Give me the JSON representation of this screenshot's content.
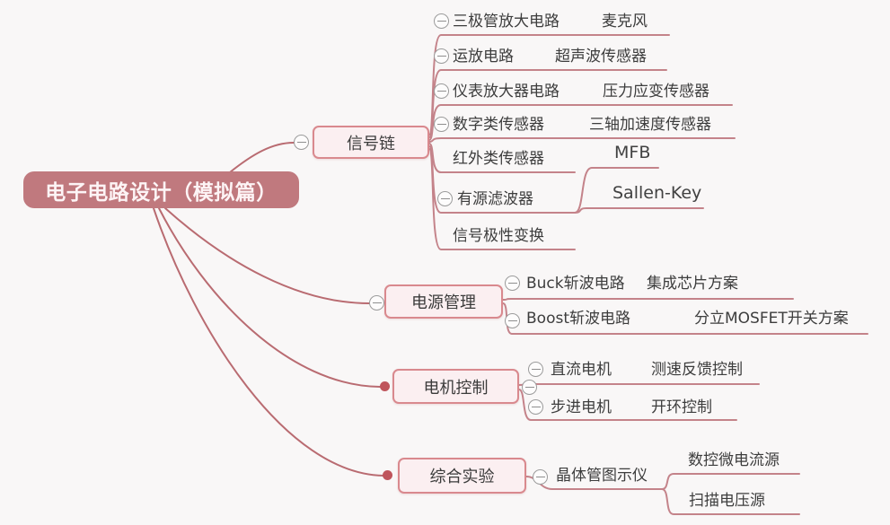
{
  "root": {
    "label": "电子电路设计（模拟篇）"
  },
  "branches": {
    "signal": {
      "label": "信号链",
      "rows": {
        "transistor_amp": {
          "label": "三极管放大电路",
          "child": "麦克风"
        },
        "opamp": {
          "label": "运放电路",
          "child": "超声波传感器"
        },
        "inamp": {
          "label": "仪表放大器电路",
          "child": "压力应变传感器"
        },
        "digital_sensor": {
          "label": "数字类传感器",
          "child": "三轴加速度传感器"
        },
        "infrared_sensor": {
          "label": "红外类传感器"
        },
        "active_filter": {
          "label": "有源滤波器",
          "children": {
            "mfb": "MFB",
            "sallen_key": "Sallen-Key"
          }
        },
        "polarity": {
          "label": "信号极性变换"
        }
      }
    },
    "power": {
      "label": "电源管理",
      "rows": {
        "buck": {
          "label": "Buck斩波电路",
          "child": "集成芯片方案"
        },
        "boost": {
          "label": "Boost斩波电路",
          "child": "分立MOSFET开关方案"
        }
      }
    },
    "motor": {
      "label": "电机控制",
      "rows": {
        "dc": {
          "label": "直流电机",
          "child": "测速反馈控制"
        },
        "stepper": {
          "label": "步进电机",
          "child": "开环控制"
        }
      }
    },
    "comprehensive": {
      "label": "综合实验",
      "rows": {
        "curve_tracer": {
          "label": "晶体管图示仪",
          "children": {
            "current_source": "数控微电流源",
            "voltage_source": "扫描电压源"
          }
        }
      }
    }
  },
  "colors": {
    "root_bg": "#c0797e",
    "root_text": "#fdf4f5",
    "branch_bg": "#fbeff1",
    "branch_border": "#d9898e",
    "line": "#b96b71",
    "dot": "#bf555c",
    "collapse_icon": "#9b9b9b",
    "topic_text": "#3d3d3d",
    "background": "#f9f7f7"
  }
}
